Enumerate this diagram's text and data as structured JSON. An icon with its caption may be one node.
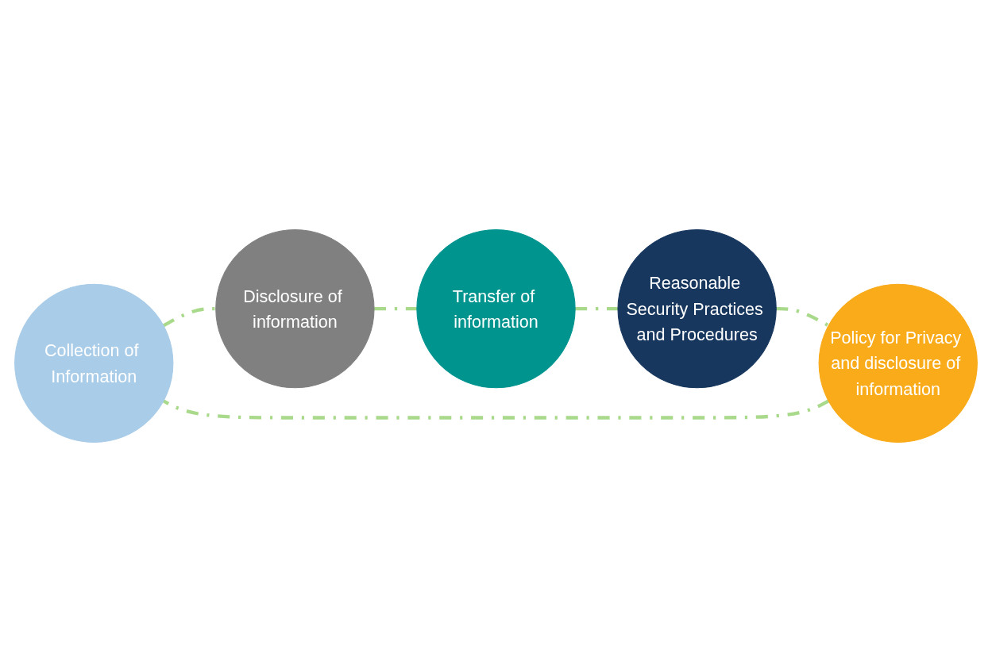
{
  "diagram": {
    "nodes": [
      {
        "text": [
          "Collection of Information"
        ]
      },
      {
        "text": [
          "Disclosure of information"
        ]
      },
      {
        "text": [
          "Transfer of information"
        ]
      },
      {
        "text": [
          "Reasonable Security Practices and Procedures"
        ]
      },
      {
        "text": [
          "Policy for Privacy and disclosure of information"
        ]
      }
    ],
    "edges": [
      {
        "from": 0,
        "to": 1,
        "arrow": "none",
        "style": "dashed"
      },
      {
        "from": 1,
        "to": 2,
        "arrow": "none",
        "style": "dashed"
      },
      {
        "from": 2,
        "to": 3,
        "arrow": "none",
        "style": "dashed"
      },
      {
        "from": 3,
        "to": 4,
        "arrow": "none",
        "style": "dashed"
      },
      {
        "from": 4,
        "to": 0,
        "arrow": "none",
        "style": "dashed"
      }
    ]
  }
}
